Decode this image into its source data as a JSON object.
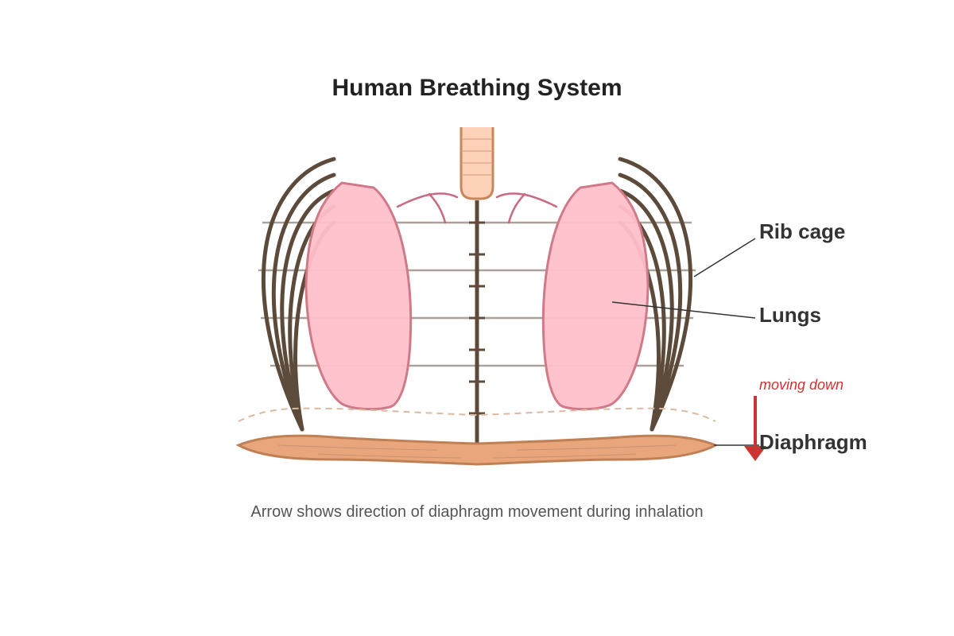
{
  "title": "Human Breathing System",
  "labels": {
    "rib_cage": "Rib cage",
    "lungs": "Lungs",
    "diaphragm": "Diaphragm",
    "movement": "moving down"
  },
  "caption": "Arrow shows direction of diaphragm movement during inhalation",
  "colors": {
    "rib": "#5c4a3a",
    "lung_fill": "#ffc0cb",
    "lung_stroke": "#d07a88",
    "diaphragm_fill": "#e9a67c",
    "diaphragm_stroke": "#c08056",
    "trachea_fill": "#fdd2b8",
    "trachea_stroke": "#c8875a",
    "arrow": "#cc3333",
    "leader": "#333333",
    "grid_line": "#aaa199"
  }
}
